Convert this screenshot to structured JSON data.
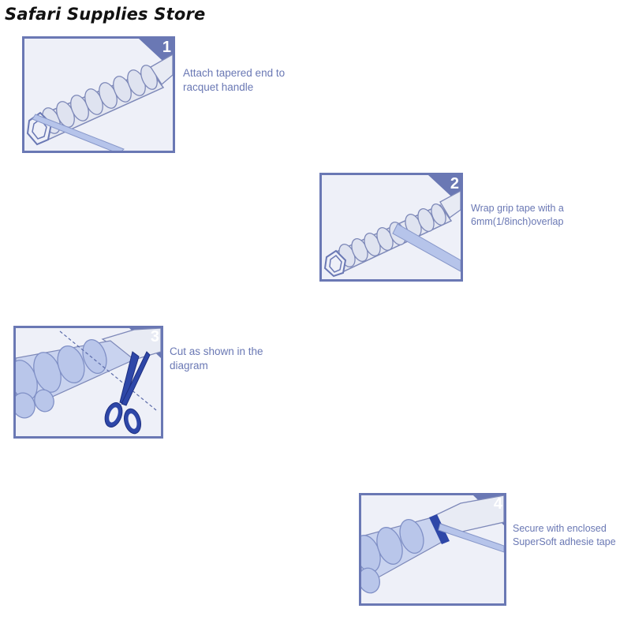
{
  "store_name": "Safari Supplies Store",
  "colors": {
    "accent": "#6a78b4",
    "panel_bg": "#eef0f8",
    "tape": "#b6c4ea",
    "handle": "#e4e7f1"
  },
  "steps": [
    {
      "number": "1",
      "caption_lines": [
        "Attach tapered end to",
        "racquet handle"
      ]
    },
    {
      "number": "2",
      "caption_lines": [
        "Wrap grip tape with a",
        "6mm(1/8inch)overlap"
      ]
    },
    {
      "number": "3",
      "caption_lines": [
        "Cut as shown in the",
        "diagram"
      ]
    },
    {
      "number": "4",
      "caption_lines": [
        "Secure with enclosed",
        "SuperSoft adhesie tape"
      ]
    }
  ]
}
